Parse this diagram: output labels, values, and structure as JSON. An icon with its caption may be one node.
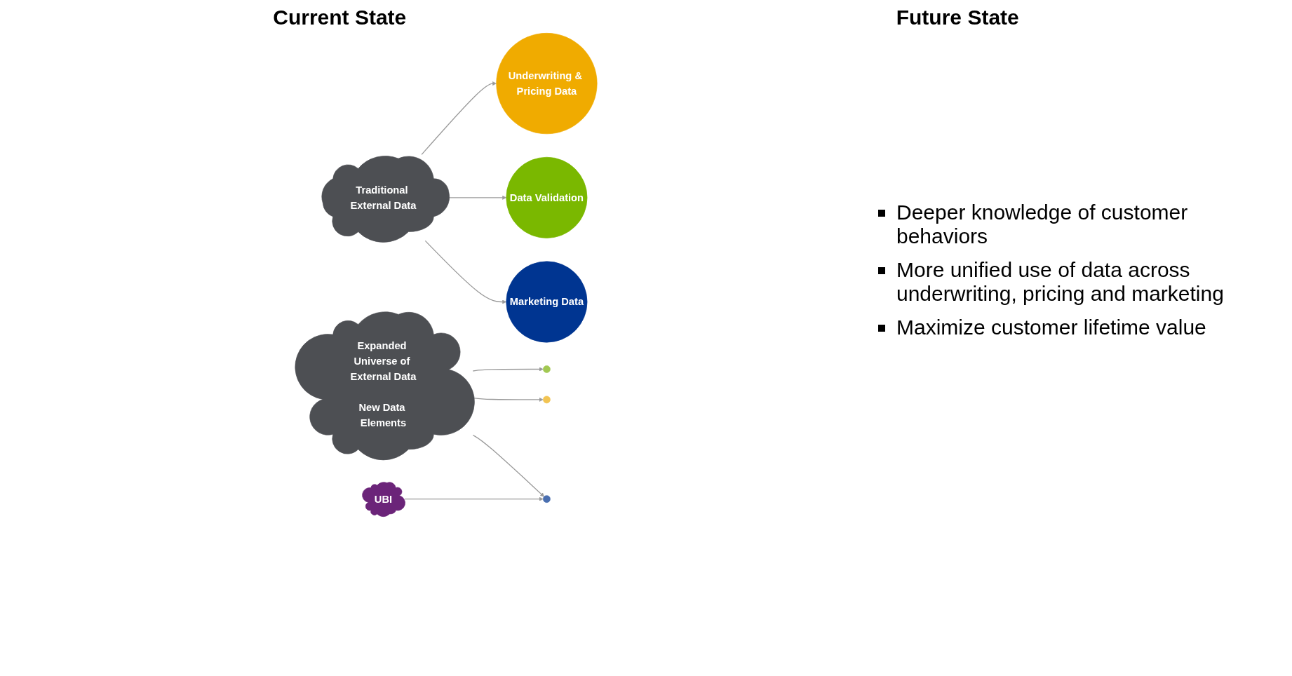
{
  "diagram": {
    "nodes": [
      {
        "text": [
          "Underwriting & Pricing Data"
        ]
      },
      {
        "text": [
          "Data Validation"
        ]
      },
      {
        "text": [
          "Traditional External Data"
        ]
      },
      {
        "text": [
          "Marketing Data"
        ]
      },
      {
        "text": [
          "Expanded Universe of External Data",
          "New Data Elements"
        ]
      },
      {
        "text": [
          "UBI"
        ]
      },
      {
        "text": [],
        "shape": "circle"
      },
      {
        "text": [],
        "shape": "circle"
      },
      {
        "text": [],
        "shape": "circle"
      }
    ],
    "edges": [
      {
        "from": 2,
        "to": 0,
        "arrow": "to"
      },
      {
        "from": 2,
        "to": 1,
        "arrow": "to"
      },
      {
        "from": 2,
        "to": 3,
        "arrow": "to"
      },
      {
        "from": 4,
        "to": 6,
        "arrow": "to"
      },
      {
        "from": 4,
        "to": 7,
        "arrow": "to"
      },
      {
        "from": 4,
        "to": 8,
        "arrow": "to"
      },
      {
        "from": 5,
        "to": 8,
        "arrow": "to"
      }
    ],
    "labels": [
      "Current State",
      "Future State",
      "Deeper knowledge of customer behaviors",
      "More unified use of data across underwriting, pricing and marketing",
      "Maximize customer lifetime value"
    ]
  }
}
